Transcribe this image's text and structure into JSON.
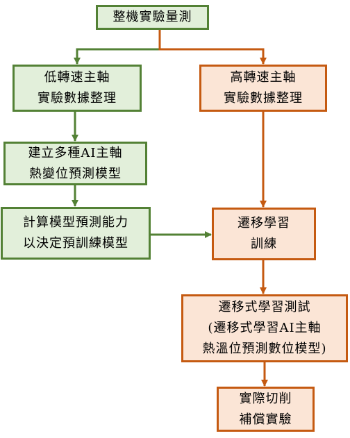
{
  "flowchart": {
    "nodes": {
      "overall_measurement": {
        "lines": [
          "整機實驗量測"
        ],
        "color": "#c55a11"
      },
      "low_speed_spindle": {
        "lines": [
          "低轉速主軸",
          "實驗數據整理"
        ],
        "color": "#538135"
      },
      "high_speed_spindle": {
        "lines": [
          "高轉速主軸",
          "實驗數據整理"
        ],
        "color": "#c55a11"
      },
      "build_models": {
        "lines": [
          "建立多種AI主軸",
          "熱變位預測模型"
        ],
        "color": "#538135"
      },
      "compute_capability": {
        "lines": [
          "計算模型預測能力",
          "以決定預訓練模型"
        ],
        "color": "#538135"
      },
      "transfer_learning": {
        "lines": [
          "遷移學習",
          "訓練"
        ],
        "color": "#c55a11"
      },
      "transfer_test": {
        "lines": [
          "遷移式學習測試",
          "(遷移式學習AI主軸",
          "熱溫位預測數位模型)"
        ],
        "color": "#c55a11"
      },
      "cutting_compensation": {
        "lines": [
          "實際切削",
          "補償實驗"
        ],
        "color": "#c55a11"
      }
    },
    "edges": [
      {
        "from": "overall_measurement",
        "to": "low_speed_spindle",
        "color": "#538135"
      },
      {
        "from": "overall_measurement",
        "to": "high_speed_spindle",
        "color": "#c55a11"
      },
      {
        "from": "low_speed_spindle",
        "to": "build_models",
        "color": "#538135"
      },
      {
        "from": "build_models",
        "to": "compute_capability",
        "color": "#538135"
      },
      {
        "from": "compute_capability",
        "to": "transfer_learning",
        "color": "#538135"
      },
      {
        "from": "high_speed_spindle",
        "to": "transfer_learning",
        "color": "#c55a11"
      },
      {
        "from": "transfer_learning",
        "to": "transfer_test",
        "color": "#c55a11"
      },
      {
        "from": "transfer_test",
        "to": "cutting_compensation",
        "color": "#c55a11"
      }
    ],
    "colors": {
      "green_border": "#538135",
      "green_fill": "#e2efda",
      "orange_border": "#c55a11",
      "orange_fill": "#fbe5d6"
    }
  }
}
